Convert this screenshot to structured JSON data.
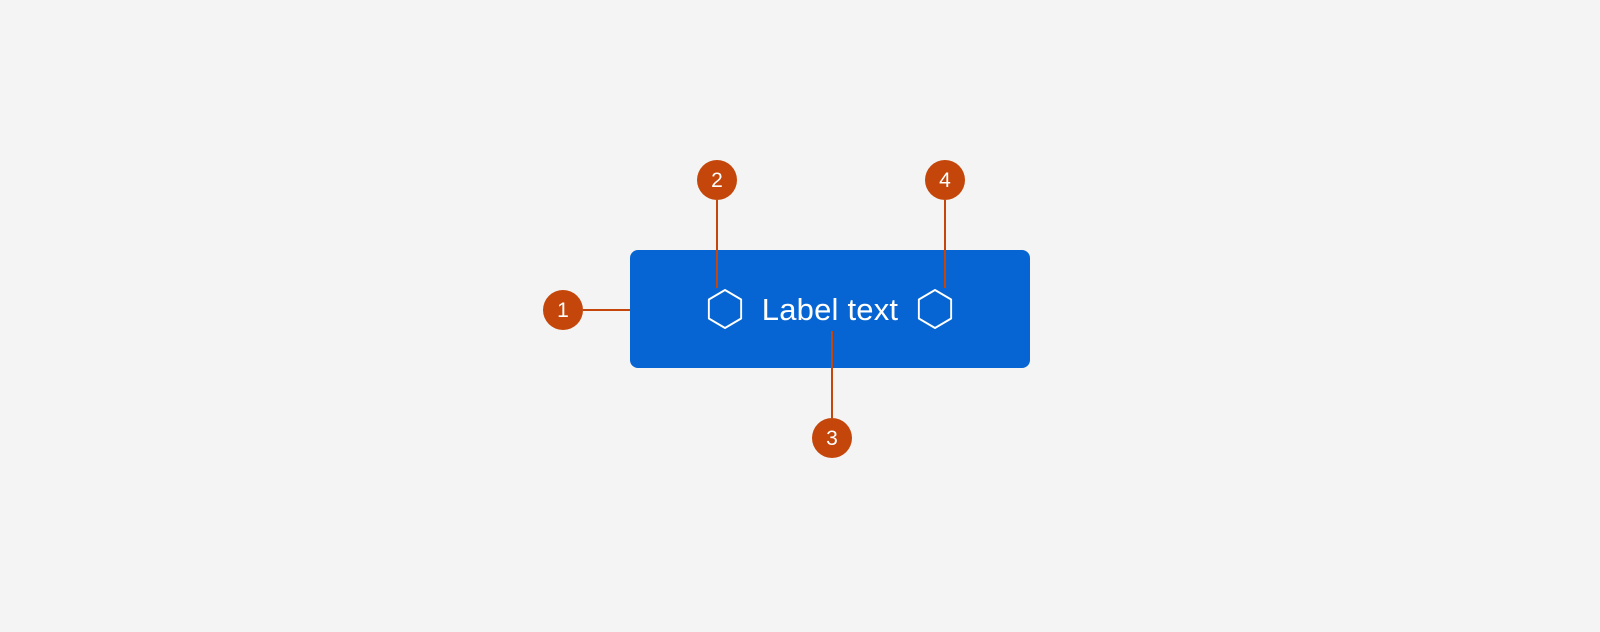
{
  "component": {
    "type": "button",
    "label": "Label text",
    "left_icon": "hexagon-icon",
    "right_icon": "hexagon-icon"
  },
  "annotations": {
    "marker_1": "1",
    "marker_2": "2",
    "marker_3": "3",
    "marker_4": "4"
  },
  "colors": {
    "page_background": "#f4f4f4",
    "button_background": "#0665d2",
    "button_text": "#ffffff",
    "icon_stroke": "#ffffff",
    "annotation_accent": "#c4460a",
    "annotation_number_text": "#ffffff"
  }
}
